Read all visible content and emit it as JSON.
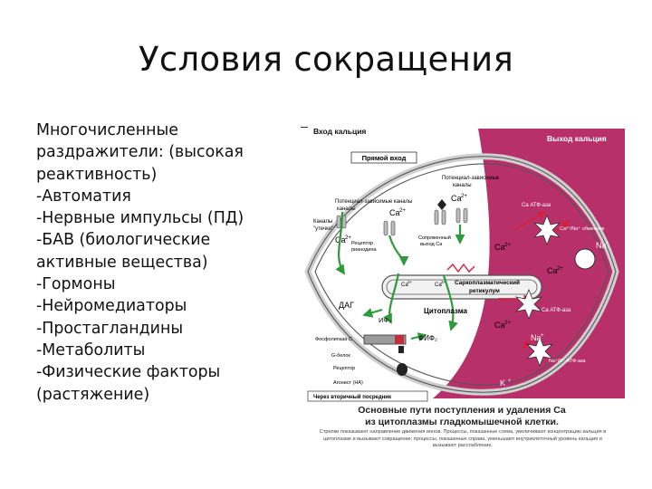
{
  "slide": {
    "title": "Условия сокращения",
    "bullets": [
      "Многочисленные",
      "раздражители: (высокая",
      "реактивность)",
      "-Автоматия",
      "-Нервные импульсы (ПД)",
      "-БАВ (биологические",
      "активные вещества)",
      "-Гормоны",
      "-Нейромедиаторы",
      "-Простагландины",
      "-Метаболиты",
      "-Физические факторы",
      "(растяжение)"
    ]
  },
  "diagram": {
    "entry_label": "Вход кальция",
    "exit_label": "Выход кальция",
    "direct_entry": "Прямой вход",
    "potential_channels": "Потенциал-зависимые каналы",
    "ligand_channels_1": "Потенциал-зависимые",
    "ligand_channels_2": "каналы",
    "leak_channels_1": "Каналы",
    "leak_channels_2": "\"утечки\"",
    "ca": "Ca",
    "ca_charge": "2+",
    "ca_atpase": "Ca АТФ-аза",
    "ca_na_exchanger": "Ca²⁺/Na⁺ обменник",
    "na": "Na",
    "na_charge": "+",
    "k": "K",
    "k_charge": "+",
    "receptor_ryanodine_1": "Рецептор",
    "receptor_ryanodine_2": "рианодина",
    "coupled_exit_1": "Сопряженный",
    "coupled_exit_2": "выход Ca",
    "sr_1": "Саркоплазматический",
    "sr_2": "ретикулум",
    "dag": "ДАГ",
    "ip3": "ИФ₃",
    "cytoplasm": "Цитоплазма",
    "ca_atpase_sr": "Ca АТФ-аза",
    "phospholipase": "Фосфолипаза С",
    "g_protein": "G-белок",
    "receptor": "Рецептор",
    "agonist": "Агонист (НА)",
    "pip2": "ФИФ₂",
    "na_k_atpase": "Na⁺/K⁺ АТФ-аза",
    "second_messenger": "Через вторичный посредник",
    "colors": {
      "cytoplasm_pink": "#b8306a",
      "membrane_gray": "#cccccc",
      "arrow_green": "#2e9a3c",
      "arrow_red": "#d6203a"
    }
  },
  "caption": {
    "line1": "Основные пути поступления и удаления Ca",
    "line2": "из цитоплазмы гладкомышечной клетки.",
    "note": "Стрелки показывают направление движения ионов. Процессы, показанные слева, увеличивают концентрацию кальция в цитоплазме и вызывают сокращение; процессы, показанные справа, уменьшают внутриклеточный уровень кальция и вызывают расслабление."
  }
}
